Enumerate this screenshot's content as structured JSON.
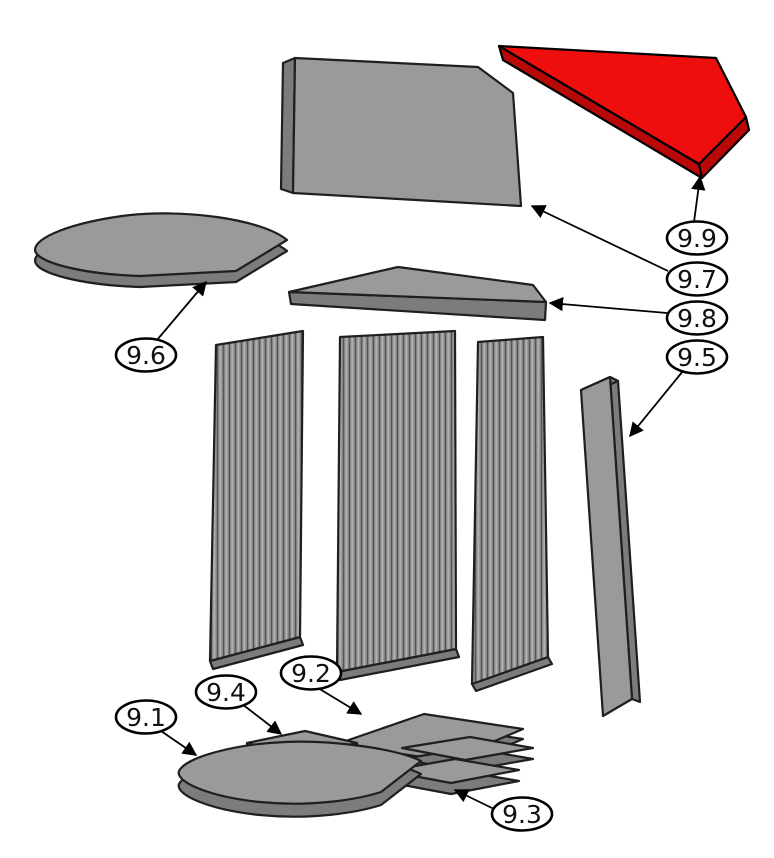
{
  "diagram": {
    "colors": {
      "bg": "#ffffff",
      "part_gray": "#9a9a9a",
      "part_gray_dark": "#7c7c7c",
      "rib_line": "#575757",
      "outline": "#1f1f1f",
      "highlight_red": "#ee0e0e",
      "highlight_red_dark": "#b90808",
      "label_bg": "#ffffff",
      "label_text": "#111111"
    },
    "callouts": [
      {
        "label": "9.9"
      },
      {
        "label": "9.7"
      },
      {
        "label": "9.8"
      },
      {
        "label": "9.5"
      },
      {
        "label": "9.6"
      },
      {
        "label": "9.2"
      },
      {
        "label": "9.4"
      },
      {
        "label": "9.1"
      },
      {
        "label": "9.3"
      }
    ]
  }
}
